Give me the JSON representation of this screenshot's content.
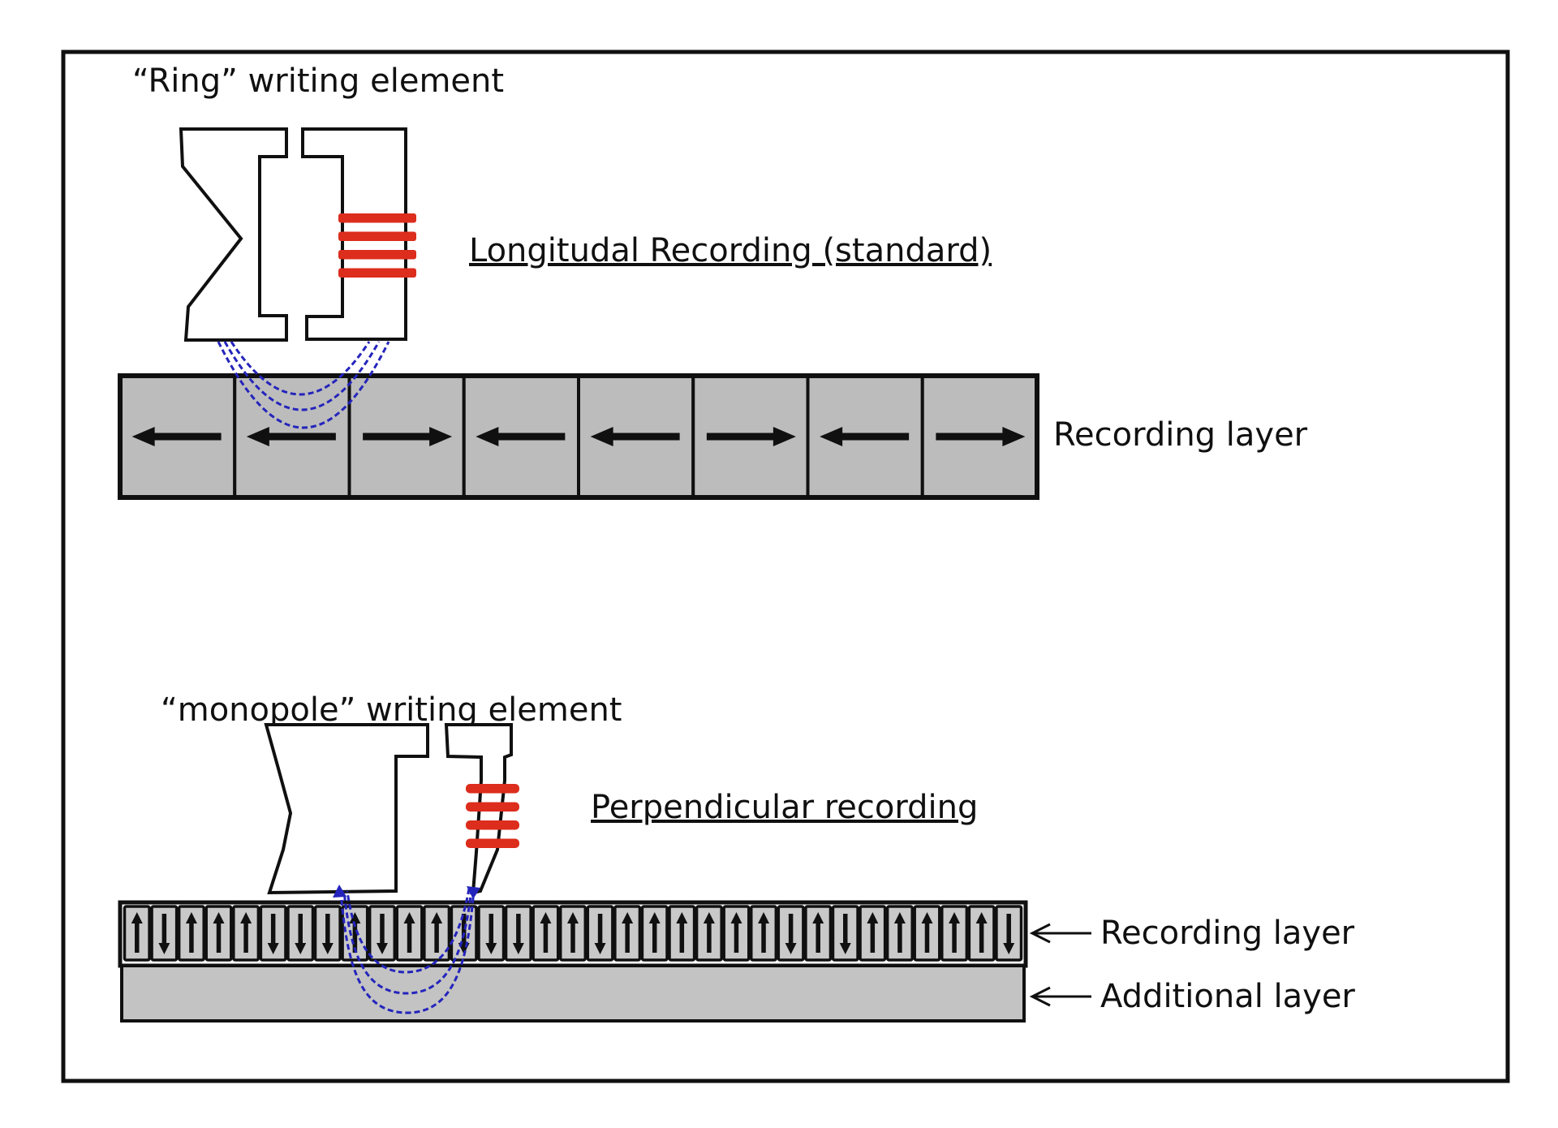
{
  "colors": {
    "coil_red": "#dc2d1d",
    "field_blue": "#2424bc",
    "top_cell_gray": "#bcbcbc",
    "bottom_cell_gray": "#c9c9c9",
    "additional_layer_gray": "#c3c3c3",
    "ink": "#101010"
  },
  "top_diagram": {
    "title": "“Ring” writing element",
    "heading": "Longitudal Recording (standard)",
    "layer_label": "Recording layer",
    "magnetization": [
      "left",
      "left",
      "right",
      "left",
      "left",
      "right",
      "left",
      "right"
    ]
  },
  "bottom_diagram": {
    "title": "“monopole” writing element",
    "heading": "Perpendicular recording",
    "recording_layer_label": "Recording layer",
    "additional_layer_label": "Additional layer",
    "magnetization": [
      "up",
      "down",
      "up",
      "up",
      "up",
      "down",
      "down",
      "down",
      "up",
      "down",
      "up",
      "up",
      "down",
      "down",
      "down",
      "up",
      "up",
      "down",
      "up",
      "up",
      "up",
      "up",
      "up",
      "up",
      "down",
      "up",
      "down",
      "up",
      "up",
      "up",
      "up",
      "up",
      "down"
    ]
  }
}
